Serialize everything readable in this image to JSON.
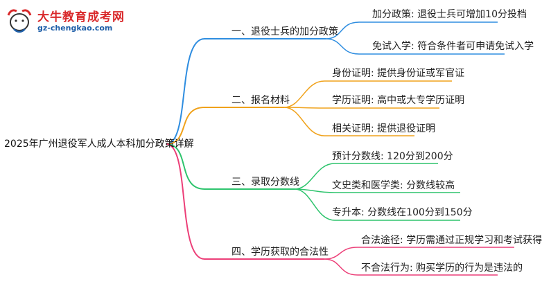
{
  "logo": {
    "title": "大牛教育成考网",
    "url": "gz-chengkao.com",
    "mark_text": "大牛"
  },
  "root": "2025年广州退役军人成人本科加分政策详解",
  "colors": {
    "branch1": "#2e8de0",
    "branch2": "#f0a21b",
    "branch3": "#2ec46d",
    "branch4": "#ec3f78",
    "logo_red": "#d9292b",
    "logo_blue": "#1f5fa8"
  },
  "branches": [
    {
      "label": "一、退役士兵的加分政策",
      "children": [
        "加分政策: 退役士兵可增加10分投档",
        "免试入学: 符合条件者可申请免试入学"
      ]
    },
    {
      "label": "二、报名材料",
      "children": [
        "身份证明: 提供身份证或军官证",
        "学历证明: 高中或大专学历证明",
        "相关证明: 提供退役证明"
      ]
    },
    {
      "label": "三、录取分数线",
      "children": [
        "预计分数线: 120分到200分",
        "文史类和医学类: 分数线较高",
        "专升本: 分数线在100分到150分"
      ]
    },
    {
      "label": "四、学历获取的合法性",
      "children": [
        "合法途径: 学历需通过正规学习和考试获得",
        "不合法行为: 购买学历的行为是违法的"
      ]
    }
  ]
}
